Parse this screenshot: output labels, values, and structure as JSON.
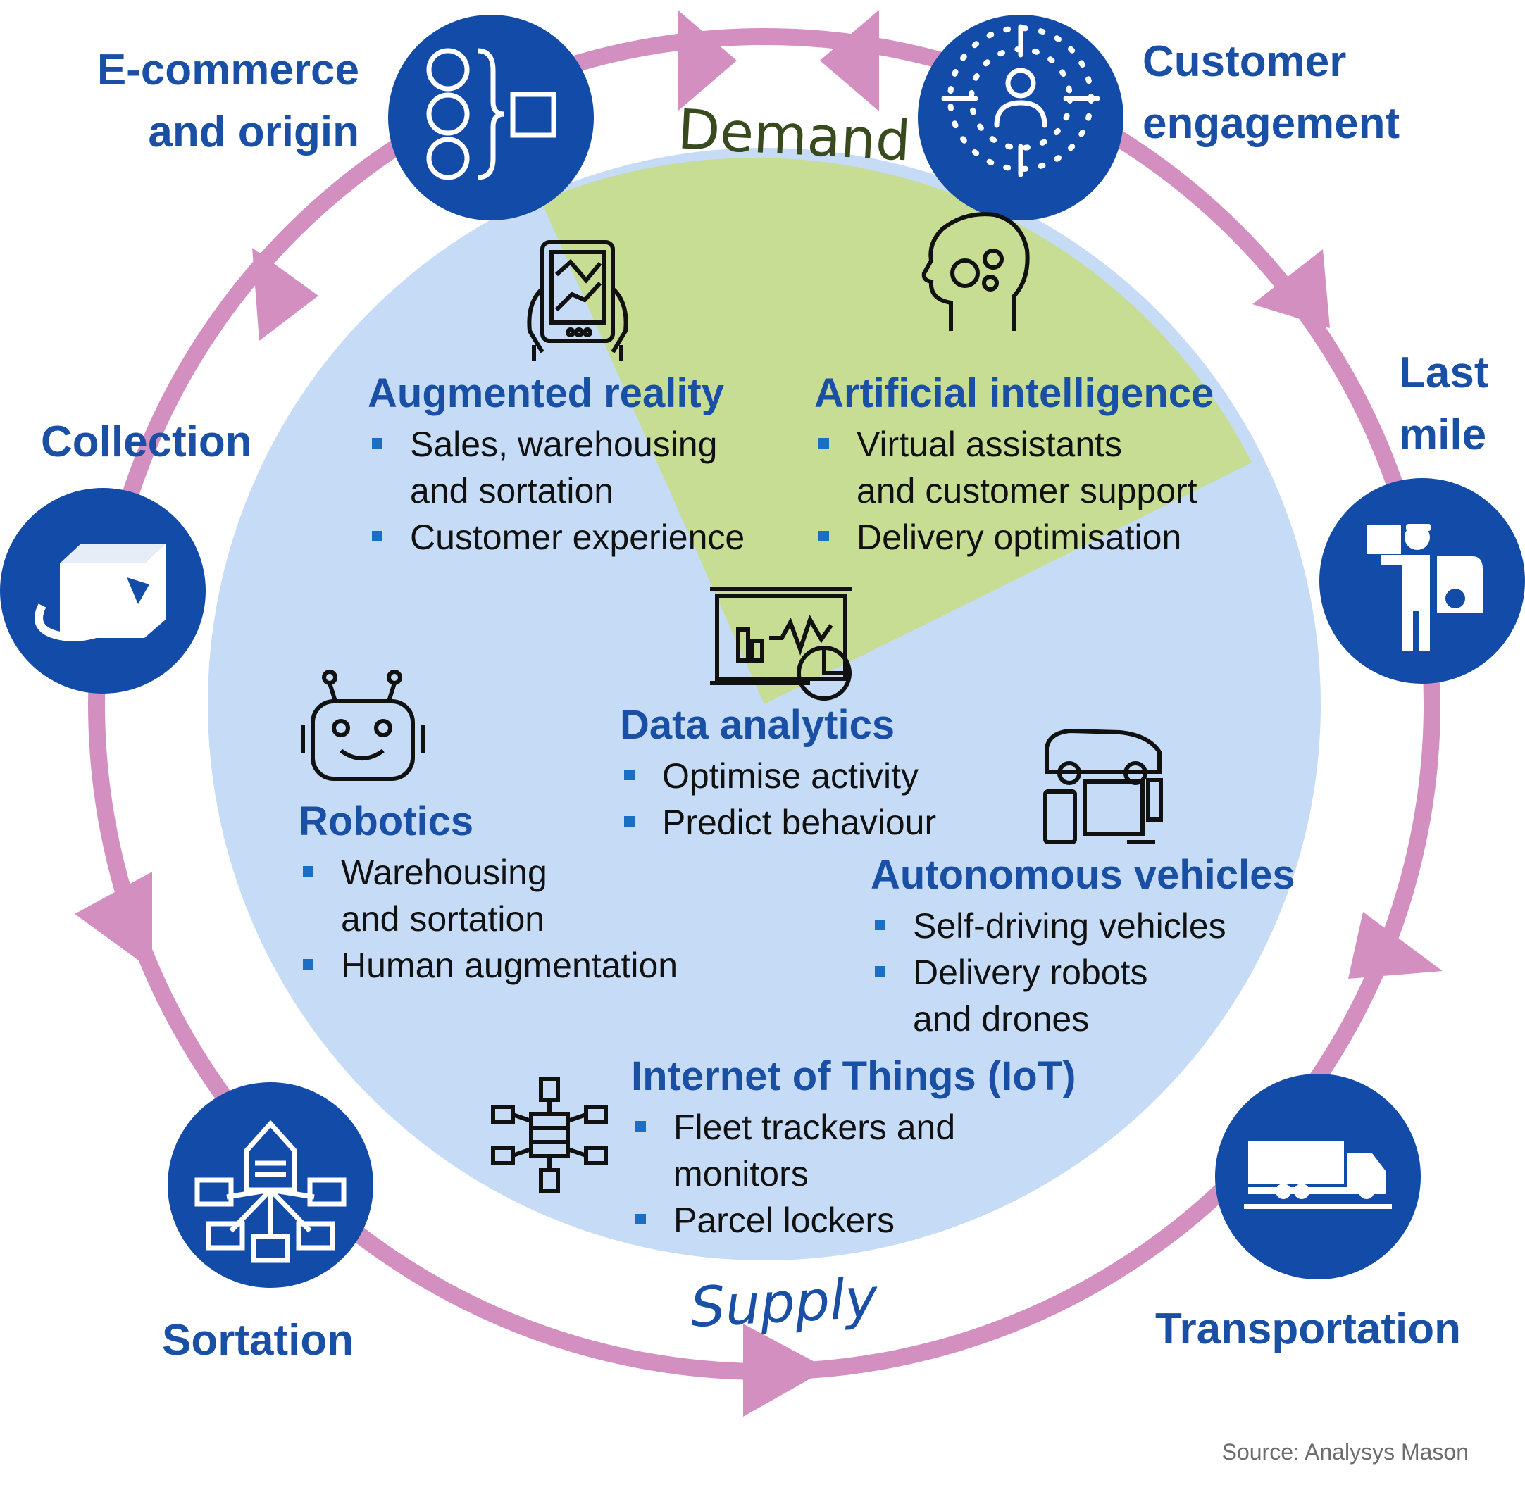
{
  "colors": {
    "ring": "#d48fc1",
    "stage_circle": "#124ba8",
    "supply_area": "#c5dbf6",
    "demand_area": "#c7dd93",
    "heading_blue": "#1a4fa6",
    "demand_text": "#3a4a1f"
  },
  "sides": {
    "demand": "Demand",
    "supply": "Supply"
  },
  "stages": {
    "ecommerce": {
      "line1": "E-commerce",
      "line2": "and origin",
      "icon": "process-flow-icon"
    },
    "customer_engagement": {
      "line1": "Customer",
      "line2": "engagement",
      "icon": "customer-focus-icon"
    },
    "last_mile": {
      "line1": "Last",
      "line2": "mile",
      "icon": "delivery-person-icon"
    },
    "transportation": {
      "line1": "Transportation",
      "icon": "truck-icon"
    },
    "sortation": {
      "line1": "Sortation",
      "icon": "sortation-network-icon"
    },
    "collection": {
      "line1": "Collection",
      "icon": "parcel-collection-icon"
    }
  },
  "technologies": {
    "augmented_reality": {
      "title": "Augmented reality",
      "icon": "tablet-hands-icon",
      "items": [
        "Sales, warehousing\nand sortation",
        "Customer experience"
      ]
    },
    "artificial_intelligence": {
      "title": "Artificial intelligence",
      "icon": "brain-gears-icon",
      "items": [
        "Virtual assistants\nand customer support",
        "Delivery optimisation"
      ]
    },
    "data_analytics": {
      "title": "Data analytics",
      "icon": "analytics-board-icon",
      "items": [
        "Optimise activity",
        "Predict behaviour"
      ]
    },
    "robotics": {
      "title": "Robotics",
      "icon": "robot-icon",
      "items": [
        "Warehousing\nand sortation",
        "Human augmentation"
      ]
    },
    "autonomous_vehicles": {
      "title": "Autonomous vehicles",
      "icon": "car-devices-icon",
      "items": [
        "Self-driving vehicles",
        "Delivery robots\nand drones"
      ]
    },
    "iot": {
      "title": "Internet of Things (IoT)",
      "icon": "network-hub-icon",
      "items": [
        "Fleet trackers and\nmonitors",
        "Parcel lockers"
      ]
    }
  },
  "source": "Source: Analysys Mason"
}
